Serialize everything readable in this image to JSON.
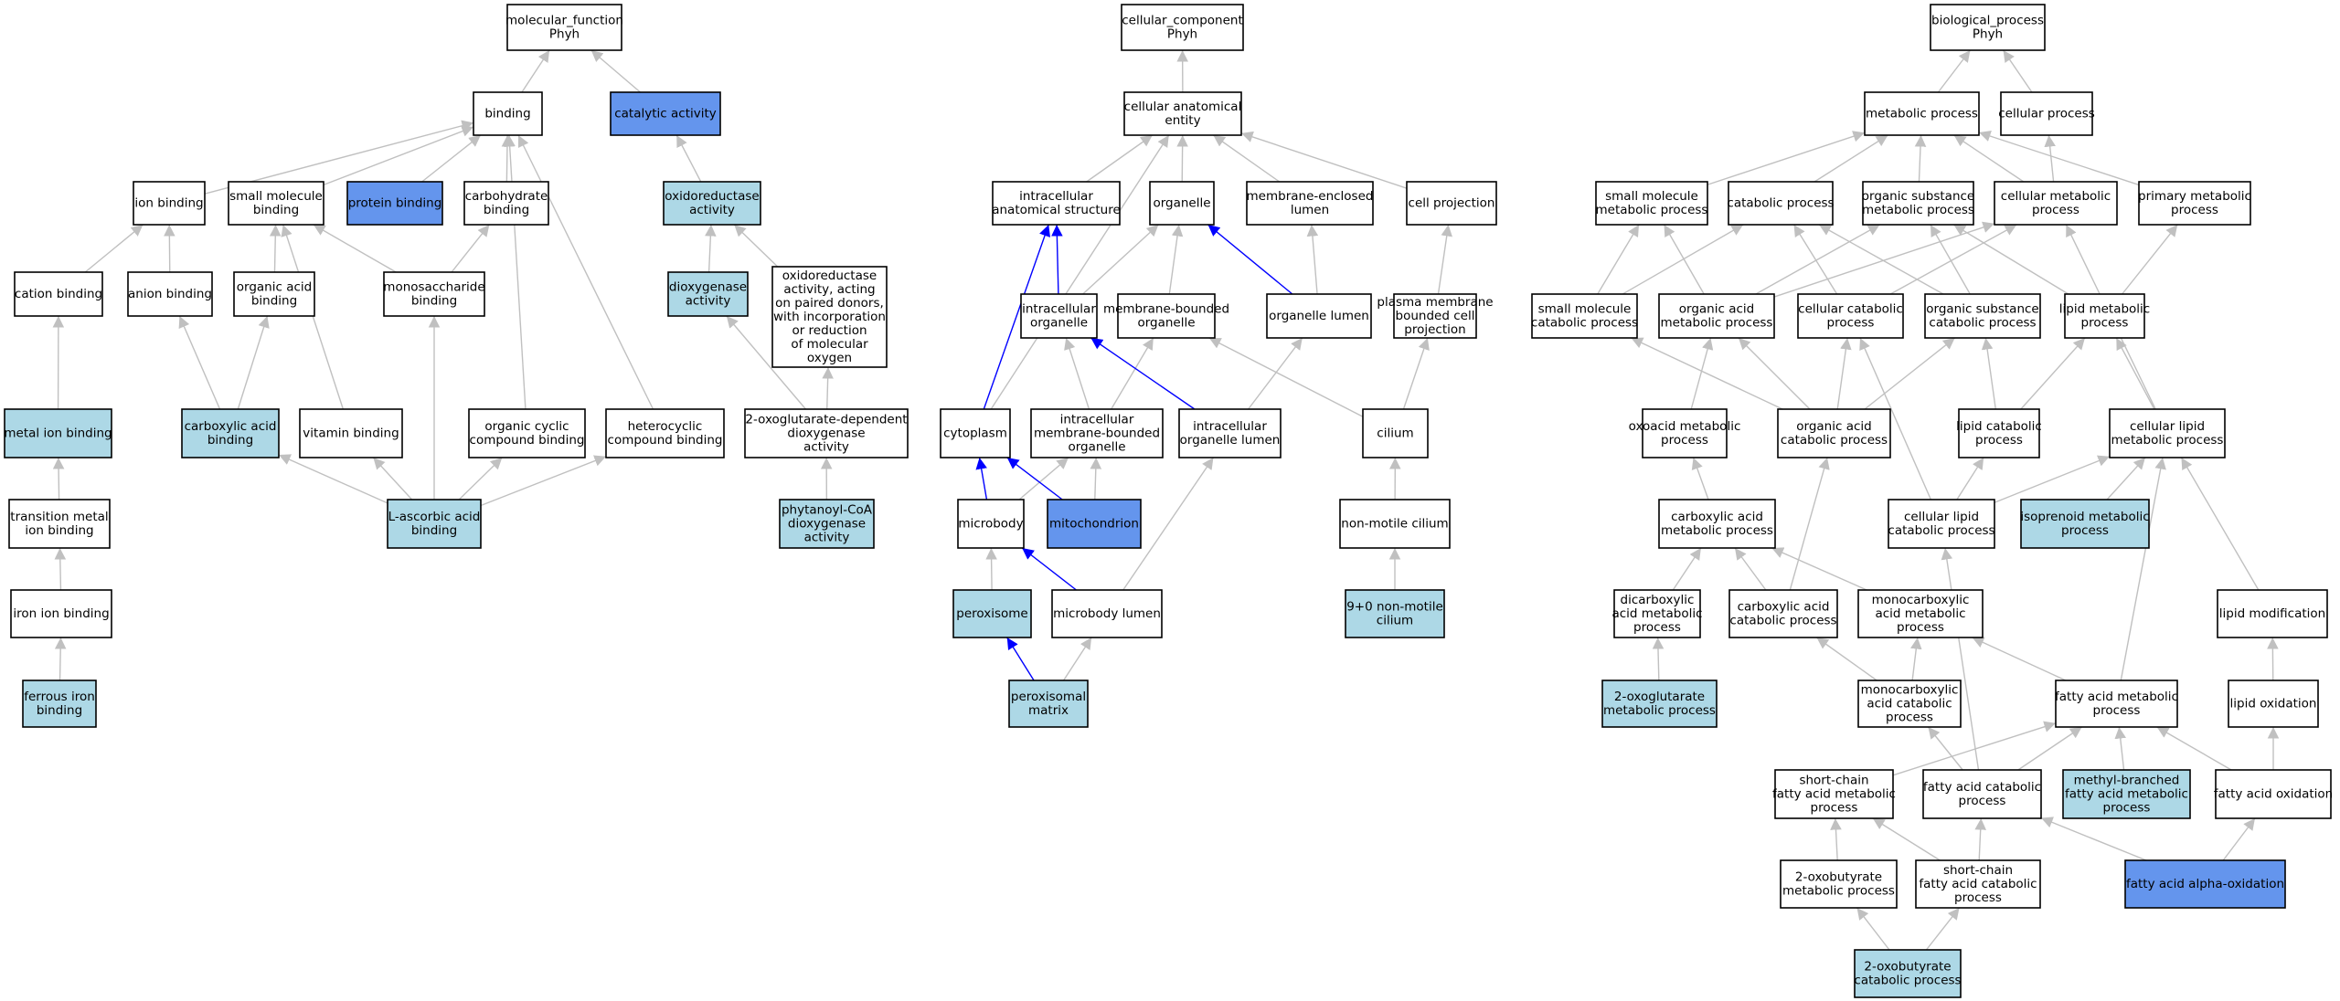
{
  "colors": {
    "default_fill": "#ffffff",
    "light_fill": "#add8e6",
    "highlight_fill": "#6495ed",
    "edge_gray": "#c0c0c0",
    "edge_blue": "#0000ff",
    "border": "#000000"
  },
  "nodes": [
    {
      "id": "mf",
      "lines": [
        "molecular_function",
        "Phyh"
      ],
      "fill": "default"
    },
    {
      "id": "binding",
      "lines": [
        "binding"
      ],
      "fill": "default"
    },
    {
      "id": "catalytic",
      "lines": [
        "catalytic activity"
      ],
      "fill": "highlight"
    },
    {
      "id": "ionb",
      "lines": [
        "ion binding"
      ],
      "fill": "default"
    },
    {
      "id": "smb",
      "lines": [
        "small molecule",
        "binding"
      ],
      "fill": "default"
    },
    {
      "id": "protb",
      "lines": [
        "protein binding"
      ],
      "fill": "highlight"
    },
    {
      "id": "carbb",
      "lines": [
        "carbohydrate",
        "binding"
      ],
      "fill": "default"
    },
    {
      "id": "oxred",
      "lines": [
        "oxidoreductase",
        "activity"
      ],
      "fill": "light"
    },
    {
      "id": "cationb",
      "lines": [
        "cation binding"
      ],
      "fill": "default"
    },
    {
      "id": "anionb",
      "lines": [
        "anion binding"
      ],
      "fill": "default"
    },
    {
      "id": "oab",
      "lines": [
        "organic acid",
        "binding"
      ],
      "fill": "default"
    },
    {
      "id": "monob",
      "lines": [
        "monosaccharide",
        "binding"
      ],
      "fill": "default"
    },
    {
      "id": "dioxy",
      "lines": [
        "dioxygenase",
        "activity"
      ],
      "fill": "light"
    },
    {
      "id": "oxpaired",
      "lines": [
        "oxidoreductase",
        "activity, acting",
        "on paired donors,",
        "with incorporation",
        "or reduction",
        "of molecular",
        "oxygen"
      ],
      "fill": "default"
    },
    {
      "id": "metalb",
      "lines": [
        "metal ion binding"
      ],
      "fill": "light"
    },
    {
      "id": "carboxb",
      "lines": [
        "carboxylic acid",
        "binding"
      ],
      "fill": "light"
    },
    {
      "id": "vitb",
      "lines": [
        "vitamin binding"
      ],
      "fill": "default"
    },
    {
      "id": "ocycb",
      "lines": [
        "organic cyclic",
        "compound binding"
      ],
      "fill": "default"
    },
    {
      "id": "hetb",
      "lines": [
        "heterocyclic",
        "compound binding"
      ],
      "fill": "default"
    },
    {
      "id": "oxoglut",
      "lines": [
        "2-oxoglutarate-dependent",
        "dioxygenase",
        "activity"
      ],
      "fill": "default"
    },
    {
      "id": "transb",
      "lines": [
        "transition metal",
        "ion binding"
      ],
      "fill": "default"
    },
    {
      "id": "ascb",
      "lines": [
        "L-ascorbic acid",
        "binding"
      ],
      "fill": "light"
    },
    {
      "id": "phytdiox",
      "lines": [
        "phytanoyl-CoA",
        "dioxygenase",
        "activity"
      ],
      "fill": "light"
    },
    {
      "id": "ironb",
      "lines": [
        "iron ion binding"
      ],
      "fill": "default"
    },
    {
      "id": "ferrb",
      "lines": [
        "ferrous iron",
        "binding"
      ],
      "fill": "light"
    },
    {
      "id": "cc",
      "lines": [
        "cellular_component",
        "Phyh"
      ],
      "fill": "default"
    },
    {
      "id": "cae",
      "lines": [
        "cellular anatomical",
        "entity"
      ],
      "fill": "default"
    },
    {
      "id": "ias",
      "lines": [
        "intracellular",
        "anatomical structure"
      ],
      "fill": "default"
    },
    {
      "id": "organelle",
      "lines": [
        "organelle"
      ],
      "fill": "default"
    },
    {
      "id": "memlumen",
      "lines": [
        "membrane-enclosed",
        "lumen"
      ],
      "fill": "default"
    },
    {
      "id": "cellproj",
      "lines": [
        "cell projection"
      ],
      "fill": "default"
    },
    {
      "id": "intorg",
      "lines": [
        "intracellular",
        "organelle"
      ],
      "fill": "default"
    },
    {
      "id": "membound",
      "lines": [
        "membrane-bounded",
        "organelle"
      ],
      "fill": "default"
    },
    {
      "id": "orglumen",
      "lines": [
        "organelle lumen"
      ],
      "fill": "default"
    },
    {
      "id": "pmbcp",
      "lines": [
        "plasma membrane",
        "bounded cell",
        "projection"
      ],
      "fill": "default"
    },
    {
      "id": "cytoplasm",
      "lines": [
        "cytoplasm"
      ],
      "fill": "default"
    },
    {
      "id": "intmbo",
      "lines": [
        "intracellular",
        "membrane-bounded",
        "organelle"
      ],
      "fill": "default"
    },
    {
      "id": "intorglumen",
      "lines": [
        "intracellular",
        "organelle lumen"
      ],
      "fill": "default"
    },
    {
      "id": "cilium",
      "lines": [
        "cilium"
      ],
      "fill": "default"
    },
    {
      "id": "microbody",
      "lines": [
        "microbody"
      ],
      "fill": "default"
    },
    {
      "id": "mito",
      "lines": [
        "mitochondrion"
      ],
      "fill": "highlight"
    },
    {
      "id": "nmcilium",
      "lines": [
        "non-motile cilium"
      ],
      "fill": "default"
    },
    {
      "id": "perox",
      "lines": [
        "peroxisome"
      ],
      "fill": "light"
    },
    {
      "id": "mblumen",
      "lines": [
        "microbody lumen"
      ],
      "fill": "default"
    },
    {
      "id": "cilium90",
      "lines": [
        "9+0 non-motile",
        "cilium"
      ],
      "fill": "light"
    },
    {
      "id": "peroxmatrix",
      "lines": [
        "peroxisomal",
        "matrix"
      ],
      "fill": "light"
    },
    {
      "id": "bp",
      "lines": [
        "biological_process",
        "Phyh"
      ],
      "fill": "default"
    },
    {
      "id": "metproc",
      "lines": [
        "metabolic process"
      ],
      "fill": "default"
    },
    {
      "id": "cellproc",
      "lines": [
        "cellular process"
      ],
      "fill": "default"
    },
    {
      "id": "smmp",
      "lines": [
        "small molecule",
        "metabolic process"
      ],
      "fill": "default"
    },
    {
      "id": "catproc",
      "lines": [
        "catabolic process"
      ],
      "fill": "default"
    },
    {
      "id": "osmp",
      "lines": [
        "organic substance",
        "metabolic process"
      ],
      "fill": "default"
    },
    {
      "id": "cmp",
      "lines": [
        "cellular metabolic",
        "process"
      ],
      "fill": "default"
    },
    {
      "id": "pmp",
      "lines": [
        "primary metabolic",
        "process"
      ],
      "fill": "default"
    },
    {
      "id": "smcp",
      "lines": [
        "small molecule",
        "catabolic process"
      ],
      "fill": "default"
    },
    {
      "id": "oamp",
      "lines": [
        "organic acid",
        "metabolic process"
      ],
      "fill": "default"
    },
    {
      "id": "ccp",
      "lines": [
        "cellular catabolic",
        "process"
      ],
      "fill": "default"
    },
    {
      "id": "oscp",
      "lines": [
        "organic substance",
        "catabolic process"
      ],
      "fill": "default"
    },
    {
      "id": "lmp",
      "lines": [
        "lipid metabolic",
        "process"
      ],
      "fill": "default"
    },
    {
      "id": "oxoacid",
      "lines": [
        "oxoacid metabolic",
        "process"
      ],
      "fill": "default"
    },
    {
      "id": "oacp",
      "lines": [
        "organic acid",
        "catabolic process"
      ],
      "fill": "default"
    },
    {
      "id": "lcp",
      "lines": [
        "lipid catabolic",
        "process"
      ],
      "fill": "default"
    },
    {
      "id": "clmp",
      "lines": [
        "cellular lipid",
        "metabolic process"
      ],
      "fill": "default"
    },
    {
      "id": "camp",
      "lines": [
        "carboxylic acid",
        "metabolic process"
      ],
      "fill": "default"
    },
    {
      "id": "clcp",
      "lines": [
        "cellular lipid",
        "catabolic process"
      ],
      "fill": "default"
    },
    {
      "id": "isomp",
      "lines": [
        "isoprenoid metabolic",
        "process"
      ],
      "fill": "light"
    },
    {
      "id": "dcamp",
      "lines": [
        "dicarboxylic",
        "acid metabolic",
        "process"
      ],
      "fill": "default"
    },
    {
      "id": "cacp",
      "lines": [
        "carboxylic acid",
        "catabolic process"
      ],
      "fill": "default"
    },
    {
      "id": "mcamp",
      "lines": [
        "monocarboxylic",
        "acid metabolic",
        "process"
      ],
      "fill": "default"
    },
    {
      "id": "lipmod",
      "lines": [
        "lipid modification"
      ],
      "fill": "default"
    },
    {
      "id": "oxoglutmp",
      "lines": [
        "2-oxoglutarate",
        "metabolic process"
      ],
      "fill": "light"
    },
    {
      "id": "mcacp",
      "lines": [
        "monocarboxylic",
        "acid catabolic",
        "process"
      ],
      "fill": "default"
    },
    {
      "id": "famp",
      "lines": [
        "fatty acid metabolic",
        "process"
      ],
      "fill": "default"
    },
    {
      "id": "lipox",
      "lines": [
        "lipid oxidation"
      ],
      "fill": "default"
    },
    {
      "id": "scfamp",
      "lines": [
        "short-chain",
        "fatty acid metabolic",
        "process"
      ],
      "fill": "default"
    },
    {
      "id": "facp",
      "lines": [
        "fatty acid catabolic",
        "process"
      ],
      "fill": "default"
    },
    {
      "id": "mbfamp",
      "lines": [
        "methyl-branched",
        "fatty acid metabolic",
        "process"
      ],
      "fill": "light"
    },
    {
      "id": "faox",
      "lines": [
        "fatty acid oxidation"
      ],
      "fill": "default"
    },
    {
      "id": "oxobutmp",
      "lines": [
        "2-oxobutyrate",
        "metabolic process"
      ],
      "fill": "default"
    },
    {
      "id": "scfacp",
      "lines": [
        "short-chain",
        "fatty acid catabolic",
        "process"
      ],
      "fill": "default"
    },
    {
      "id": "faalpha",
      "lines": [
        "fatty acid alpha-oxidation"
      ],
      "fill": "highlight"
    },
    {
      "id": "oxobutcp",
      "lines": [
        "2-oxobutyrate",
        "catabolic process"
      ],
      "fill": "light"
    }
  ],
  "edges": [
    [
      "binding",
      "mf",
      "gray"
    ],
    [
      "catalytic",
      "mf",
      "gray"
    ],
    [
      "ionb",
      "binding",
      "gray"
    ],
    [
      "smb",
      "binding",
      "gray"
    ],
    [
      "protb",
      "binding",
      "gray"
    ],
    [
      "carbb",
      "binding",
      "gray"
    ],
    [
      "oxred",
      "catalytic",
      "gray"
    ],
    [
      "cationb",
      "ionb",
      "gray"
    ],
    [
      "anionb",
      "ionb",
      "gray"
    ],
    [
      "oab",
      "smb",
      "gray"
    ],
    [
      "monob",
      "smb",
      "gray"
    ],
    [
      "vitb",
      "smb",
      "gray"
    ],
    [
      "monob",
      "carbb",
      "gray"
    ],
    [
      "dioxy",
      "oxred",
      "gray"
    ],
    [
      "oxpaired",
      "oxred",
      "gray"
    ],
    [
      "metalb",
      "cationb",
      "gray"
    ],
    [
      "carboxb",
      "anionb",
      "gray"
    ],
    [
      "carboxb",
      "oab",
      "gray"
    ],
    [
      "ocycb",
      "binding",
      "gray"
    ],
    [
      "hetb",
      "binding",
      "gray"
    ],
    [
      "oxoglut",
      "dioxy",
      "gray"
    ],
    [
      "oxoglut",
      "oxpaired",
      "gray"
    ],
    [
      "transb",
      "metalb",
      "gray"
    ],
    [
      "ascb",
      "carboxb",
      "gray"
    ],
    [
      "ascb",
      "vitb",
      "gray"
    ],
    [
      "ascb",
      "monob",
      "gray"
    ],
    [
      "ascb",
      "ocycb",
      "gray"
    ],
    [
      "ascb",
      "hetb",
      "gray"
    ],
    [
      "phytdiox",
      "oxoglut",
      "gray"
    ],
    [
      "ironb",
      "transb",
      "gray"
    ],
    [
      "ferrb",
      "ironb",
      "gray"
    ],
    [
      "cae",
      "cc",
      "gray"
    ],
    [
      "ias",
      "cae",
      "gray"
    ],
    [
      "organelle",
      "cae",
      "gray"
    ],
    [
      "memlumen",
      "cae",
      "gray"
    ],
    [
      "cellproj",
      "cae",
      "gray"
    ],
    [
      "intorg",
      "ias",
      "blue"
    ],
    [
      "intorg",
      "organelle",
      "gray"
    ],
    [
      "membound",
      "organelle",
      "gray"
    ],
    [
      "orglumen",
      "organelle",
      "blue"
    ],
    [
      "orglumen",
      "memlumen",
      "gray"
    ],
    [
      "pmbcp",
      "cellproj",
      "gray"
    ],
    [
      "cytoplasm",
      "ias",
      "blue"
    ],
    [
      "cytoplasm",
      "cae",
      "gray"
    ],
    [
      "intmbo",
      "intorg",
      "gray"
    ],
    [
      "intmbo",
      "membound",
      "gray"
    ],
    [
      "intorglumen",
      "intorg",
      "blue"
    ],
    [
      "intorglumen",
      "orglumen",
      "gray"
    ],
    [
      "cilium",
      "pmbcp",
      "gray"
    ],
    [
      "cilium",
      "membound",
      "gray"
    ],
    [
      "microbody",
      "cytoplasm",
      "blue"
    ],
    [
      "microbody",
      "intmbo",
      "gray"
    ],
    [
      "mito",
      "cytoplasm",
      "blue"
    ],
    [
      "mito",
      "intmbo",
      "gray"
    ],
    [
      "nmcilium",
      "cilium",
      "gray"
    ],
    [
      "perox",
      "microbody",
      "gray"
    ],
    [
      "mblumen",
      "microbody",
      "blue"
    ],
    [
      "mblumen",
      "intorglumen",
      "gray"
    ],
    [
      "cilium90",
      "nmcilium",
      "gray"
    ],
    [
      "peroxmatrix",
      "perox",
      "blue"
    ],
    [
      "peroxmatrix",
      "mblumen",
      "gray"
    ],
    [
      "metproc",
      "bp",
      "gray"
    ],
    [
      "cellproc",
      "bp",
      "gray"
    ],
    [
      "smmp",
      "metproc",
      "gray"
    ],
    [
      "catproc",
      "metproc",
      "gray"
    ],
    [
      "osmp",
      "metproc",
      "gray"
    ],
    [
      "cmp",
      "metproc",
      "gray"
    ],
    [
      "pmp",
      "metproc",
      "gray"
    ],
    [
      "cmp",
      "cellproc",
      "gray"
    ],
    [
      "smcp",
      "smmp",
      "gray"
    ],
    [
      "smcp",
      "catproc",
      "gray"
    ],
    [
      "oamp",
      "smmp",
      "gray"
    ],
    [
      "oamp",
      "osmp",
      "gray"
    ],
    [
      "oamp",
      "cmp",
      "gray"
    ],
    [
      "ccp",
      "catproc",
      "gray"
    ],
    [
      "ccp",
      "cmp",
      "gray"
    ],
    [
      "oscp",
      "catproc",
      "gray"
    ],
    [
      "oscp",
      "osmp",
      "gray"
    ],
    [
      "lmp",
      "osmp",
      "gray"
    ],
    [
      "lmp",
      "pmp",
      "gray"
    ],
    [
      "oxoacid",
      "oamp",
      "gray"
    ],
    [
      "oacp",
      "smcp",
      "gray"
    ],
    [
      "oacp",
      "oamp",
      "gray"
    ],
    [
      "oacp",
      "ccp",
      "gray"
    ],
    [
      "oacp",
      "oscp",
      "gray"
    ],
    [
      "lcp",
      "lmp",
      "gray"
    ],
    [
      "lcp",
      "oscp",
      "gray"
    ],
    [
      "clmp",
      "lmp",
      "gray"
    ],
    [
      "clmp",
      "cmp",
      "gray"
    ],
    [
      "camp",
      "oxoacid",
      "gray"
    ],
    [
      "clcp",
      "clmp",
      "gray"
    ],
    [
      "clcp",
      "lcp",
      "gray"
    ],
    [
      "clcp",
      "ccp",
      "gray"
    ],
    [
      "isomp",
      "clmp",
      "gray"
    ],
    [
      "dcamp",
      "camp",
      "gray"
    ],
    [
      "cacp",
      "camp",
      "gray"
    ],
    [
      "cacp",
      "oacp",
      "gray"
    ],
    [
      "mcamp",
      "camp",
      "gray"
    ],
    [
      "lipmod",
      "clmp",
      "gray"
    ],
    [
      "oxoglutmp",
      "dcamp",
      "gray"
    ],
    [
      "mcacp",
      "cacp",
      "gray"
    ],
    [
      "mcacp",
      "mcamp",
      "gray"
    ],
    [
      "famp",
      "mcamp",
      "gray"
    ],
    [
      "famp",
      "clmp",
      "gray"
    ],
    [
      "lipox",
      "lipmod",
      "gray"
    ],
    [
      "scfamp",
      "famp",
      "gray"
    ],
    [
      "facp",
      "famp",
      "gray"
    ],
    [
      "facp",
      "mcacp",
      "gray"
    ],
    [
      "facp",
      "clcp",
      "gray"
    ],
    [
      "mbfamp",
      "famp",
      "gray"
    ],
    [
      "faox",
      "famp",
      "gray"
    ],
    [
      "faox",
      "lipox",
      "gray"
    ],
    [
      "oxobutmp",
      "scfamp",
      "gray"
    ],
    [
      "scfacp",
      "scfamp",
      "gray"
    ],
    [
      "scfacp",
      "facp",
      "gray"
    ],
    [
      "faalpha",
      "faox",
      "gray"
    ],
    [
      "faalpha",
      "facp",
      "gray"
    ],
    [
      "oxobutcp",
      "oxobutmp",
      "gray"
    ],
    [
      "oxobutcp",
      "scfacp",
      "gray"
    ]
  ]
}
